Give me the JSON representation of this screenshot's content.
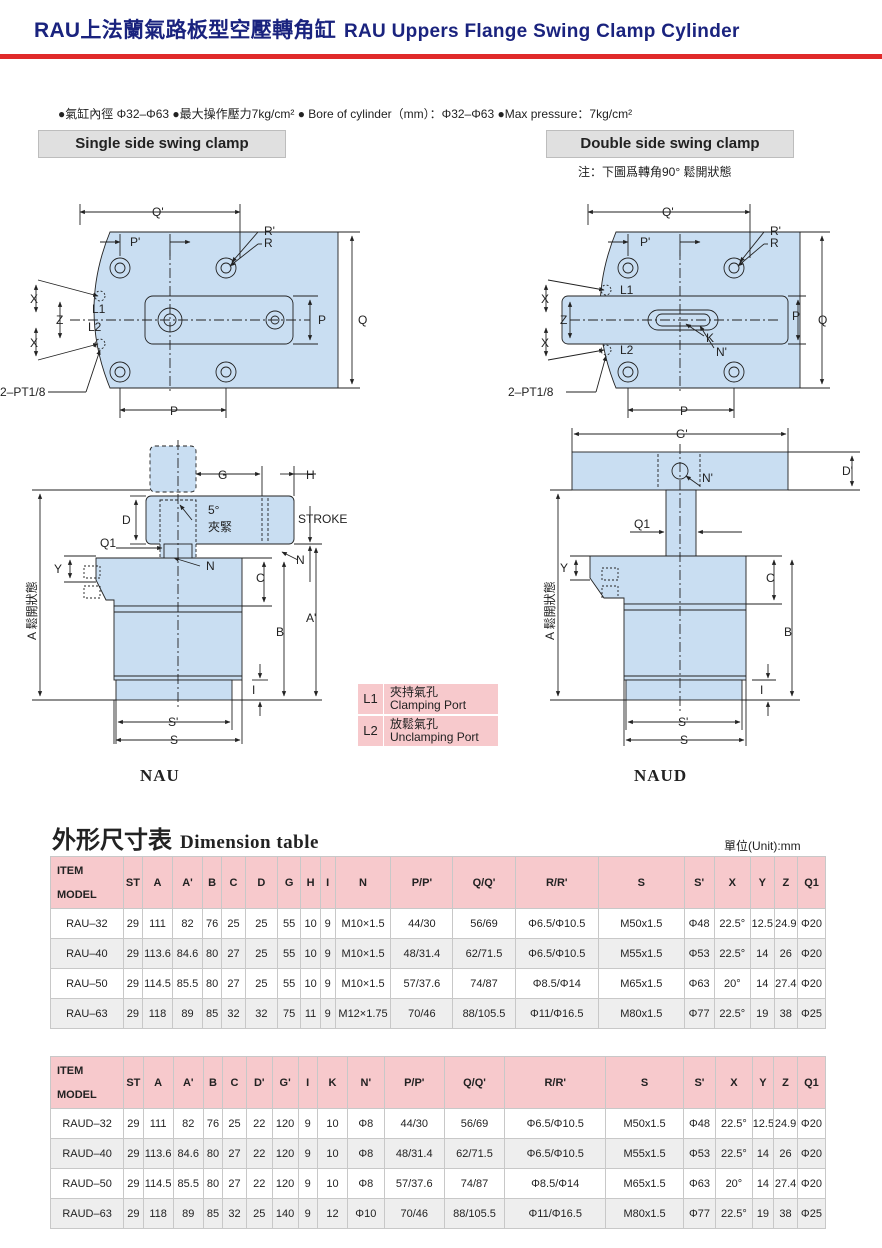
{
  "header": {
    "title_cn": "RAU上法蘭氣路板型空壓轉角缸",
    "title_en": "RAU Uppers Flange Swing Clamp Cylinder"
  },
  "spec_line": "●氣缸內徑 Φ32–Φ63 ●最大操作壓力7kg/cm² ● Bore of cylinder（mm）：Φ32–Φ63 ●Max pressure：7kg/cm²",
  "sections": {
    "single": "Single side swing clamp",
    "double": "Double side swing clamp",
    "double_note": "注：下圖爲轉角90° 鬆開狀態"
  },
  "drawing_labels": {
    "q_prime": "Q'",
    "p_prime": "P'",
    "r_prime": "R'",
    "r": "R",
    "p": "P",
    "q": "Q",
    "x": "X",
    "z": "Z",
    "l1": "L1",
    "l2": "L2",
    "port": "2–PT1/8",
    "g": "G",
    "h": "H",
    "d": "D",
    "five_deg": "5°",
    "clamp_cn": "夾緊",
    "stroke": "STROKE",
    "q1": "Q1",
    "n": "N",
    "y": "Y",
    "c": "C",
    "b": "B",
    "a_prime": "A'",
    "a_side": "A 鬆開狀態",
    "i": "I",
    "s_prime": "S'",
    "s": "S",
    "k": "K",
    "n_prime": "N'",
    "g_prime": "G'",
    "d_prime": "D'"
  },
  "captions": {
    "nau": "NAU",
    "naud": "NAUD"
  },
  "legend": [
    {
      "key": "L1",
      "cn": "夾持氣孔",
      "en": "Clamping Port"
    },
    {
      "key": "L2",
      "cn": "放鬆氣孔",
      "en": "Unclamping Port"
    }
  ],
  "dimension_table": {
    "title_cn": "外形尺寸表",
    "title_en": "Dimension table",
    "unit": "單位(Unit):mm",
    "item_label": "ITEM",
    "model_label": "MODEL",
    "table1": {
      "columns": [
        "ST",
        "A",
        "A'",
        "B",
        "C",
        "D",
        "G",
        "H",
        "I",
        "N",
        "P/P'",
        "Q/Q'",
        "R/R'",
        "S",
        "S'",
        "X",
        "Y",
        "Z",
        "Q1"
      ],
      "rows": [
        [
          "RAU–32",
          "29",
          "111",
          "82",
          "76",
          "25",
          "25",
          "55",
          "10",
          "9",
          "M10×1.5",
          "44/30",
          "56/69",
          "Φ6.5/Φ10.5",
          "M50x1.5",
          "Φ48",
          "22.5°",
          "12.5",
          "24.9",
          "Φ20"
        ],
        [
          "RAU–40",
          "29",
          "113.6",
          "84.6",
          "80",
          "27",
          "25",
          "55",
          "10",
          "9",
          "M10×1.5",
          "48/31.4",
          "62/71.5",
          "Φ6.5/Φ10.5",
          "M55x1.5",
          "Φ53",
          "22.5°",
          "14",
          "26",
          "Φ20"
        ],
        [
          "RAU–50",
          "29",
          "114.5",
          "85.5",
          "80",
          "27",
          "25",
          "55",
          "10",
          "9",
          "M10×1.5",
          "57/37.6",
          "74/87",
          "Φ8.5/Φ14",
          "M65x1.5",
          "Φ63",
          "20°",
          "14",
          "27.4",
          "Φ20"
        ],
        [
          "RAU–63",
          "29",
          "118",
          "89",
          "85",
          "32",
          "32",
          "75",
          "11",
          "9",
          "M12×1.75",
          "70/46",
          "88/105.5",
          "Φ11/Φ16.5",
          "M80x1.5",
          "Φ77",
          "22.5°",
          "19",
          "38",
          "Φ25"
        ]
      ]
    },
    "table2": {
      "columns": [
        "ST",
        "A",
        "A'",
        "B",
        "C",
        "D'",
        "G'",
        "I",
        "K",
        "N'",
        "P/P'",
        "Q/Q'",
        "R/R'",
        "S",
        "S'",
        "X",
        "Y",
        "Z",
        "Q1"
      ],
      "rows": [
        [
          "RAUD–32",
          "29",
          "111",
          "82",
          "76",
          "25",
          "22",
          "120",
          "9",
          "10",
          "Φ8",
          "44/30",
          "56/69",
          "Φ6.5/Φ10.5",
          "M50x1.5",
          "Φ48",
          "22.5°",
          "12.5",
          "24.9",
          "Φ20"
        ],
        [
          "RAUD–40",
          "29",
          "113.6",
          "84.6",
          "80",
          "27",
          "22",
          "120",
          "9",
          "10",
          "Φ8",
          "48/31.4",
          "62/71.5",
          "Φ6.5/Φ10.5",
          "M55x1.5",
          "Φ53",
          "22.5°",
          "14",
          "26",
          "Φ20"
        ],
        [
          "RAUD–50",
          "29",
          "114.5",
          "85.5",
          "80",
          "27",
          "22",
          "120",
          "9",
          "10",
          "Φ8",
          "57/37.6",
          "74/87",
          "Φ8.5/Φ14",
          "M65x1.5",
          "Φ63",
          "20°",
          "14",
          "27.4",
          "Φ20"
        ],
        [
          "RAUD–63",
          "29",
          "118",
          "89",
          "85",
          "32",
          "25",
          "140",
          "9",
          "12",
          "Φ10",
          "70/46",
          "88/105.5",
          "Φ11/Φ16.5",
          "M80x1.5",
          "Φ77",
          "22.5°",
          "19",
          "38",
          "Φ25"
        ]
      ]
    }
  }
}
